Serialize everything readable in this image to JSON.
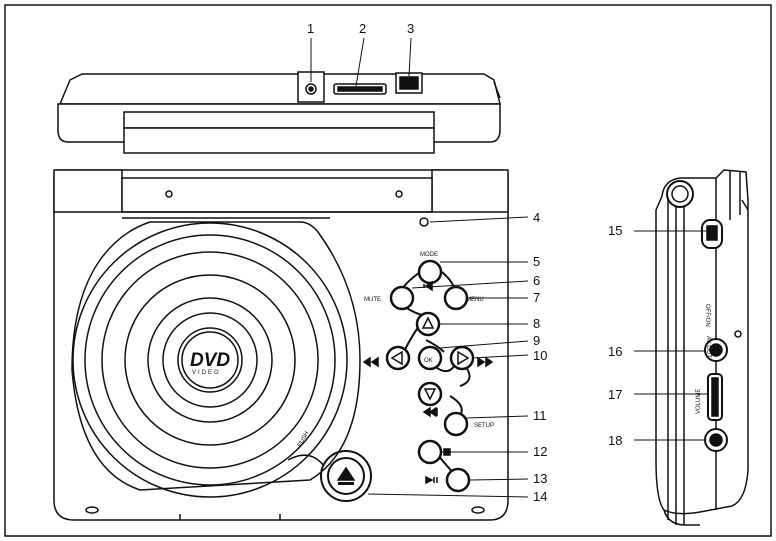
{
  "callouts": [
    "1",
    "2",
    "3",
    "4",
    "5",
    "6",
    "7",
    "8",
    "9",
    "10",
    "11",
    "12",
    "13",
    "14",
    "15",
    "16",
    "17",
    "18"
  ],
  "labels": {
    "mode": "MODE",
    "mute": "MUTE",
    "menu": "MENU",
    "ok": "OK",
    "setup": "SETUP",
    "push": "PUSH",
    "av_out": "AV OUT",
    "off_on": "OFF/ON",
    "volume": "VOLUME",
    "logo_main": "DVD",
    "logo_sub": "VIDEO"
  },
  "colors": {
    "line": "#111111",
    "background": "#ffffff"
  }
}
